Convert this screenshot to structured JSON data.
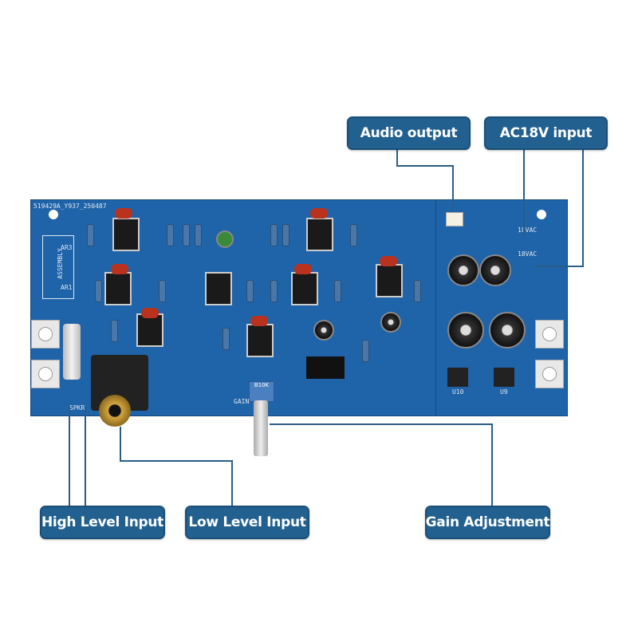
{
  "labels": {
    "audio_output": "Audio output",
    "ac18v_input": "AC18V input",
    "high_level_input": "High Level Input",
    "low_level_input": "Low Level Input",
    "gain_adjustment": "Gain Adjustment"
  },
  "board": {
    "serial": "519429A_Y937_250487",
    "assembly": "ASSEMBLY",
    "ar1": "AR1",
    "ar3": "AR3",
    "ac1": "18VAC",
    "ac2": "18VAC",
    "spkr": "SPKR",
    "gain": "GAIN",
    "u10": "U10",
    "u9": "U9",
    "pot": "B10K"
  },
  "colors": {
    "label_bg": "#22608f",
    "pcb": "#1f63a8"
  }
}
